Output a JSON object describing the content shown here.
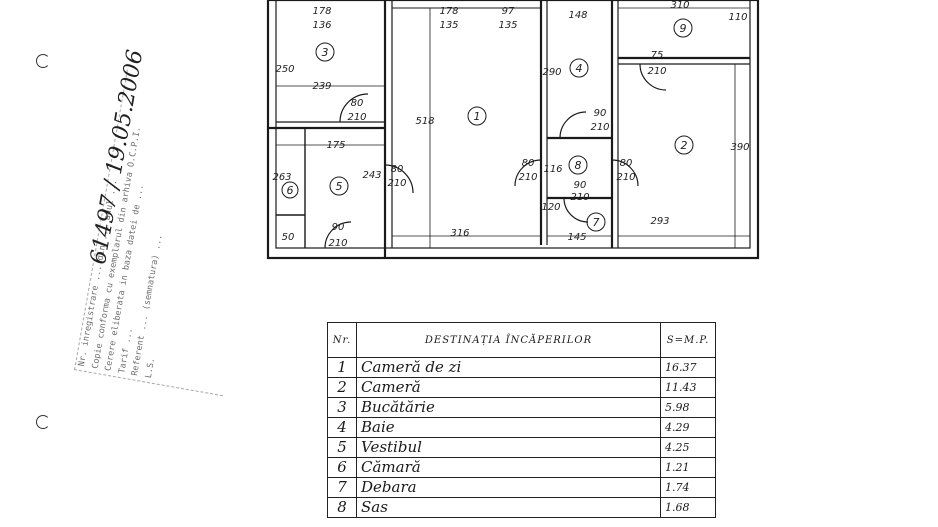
{
  "plan": {
    "dimensions": [
      "178",
      "136",
      "178",
      "135",
      "97",
      "135",
      "148",
      "310",
      "110",
      "250",
      "239",
      "75",
      "210",
      "290",
      "518",
      "80",
      "210",
      "90",
      "210",
      "390",
      "175",
      "80",
      "210",
      "116",
      "80",
      "210",
      "263",
      "243",
      "90",
      "210",
      "80",
      "210",
      "293",
      "50",
      "90",
      "210",
      "316",
      "120",
      "145"
    ],
    "room_numbers": [
      "3",
      "1",
      "4",
      "9",
      "2",
      "6",
      "5",
      "8",
      "7"
    ]
  },
  "stamp": {
    "lines": [
      "Nr. inregistrare ... din ... anul ...",
      "Copie conforma cu exemplarul din arhiva O.C.P.I.",
      "Cerere eliberata in baza datei de ...",
      "Tarif ...",
      "Referent ... (semnatura) ...",
      "L.S."
    ],
    "handwritten": "61497 / 19.05.2006"
  },
  "table": {
    "header": {
      "no": "Nr.",
      "purpose": "DESTINAȚIA ÎNCĂPERILOR",
      "area": "S=M.P."
    },
    "rows": [
      {
        "no": "1",
        "name": "Cameră de zi",
        "area": "16.37"
      },
      {
        "no": "2",
        "name": "Cameră",
        "area": "11.43"
      },
      {
        "no": "3",
        "name": "Bucătărie",
        "area": "5.98"
      },
      {
        "no": "4",
        "name": "Baie",
        "area": "4.29"
      },
      {
        "no": "5",
        "name": "Vestibul",
        "area": "4.25"
      },
      {
        "no": "6",
        "name": "Cămară",
        "area": "1.21"
      },
      {
        "no": "7",
        "name": "Debara",
        "area": "1.74"
      },
      {
        "no": "8",
        "name": "Sas",
        "area": "1.68"
      }
    ]
  }
}
